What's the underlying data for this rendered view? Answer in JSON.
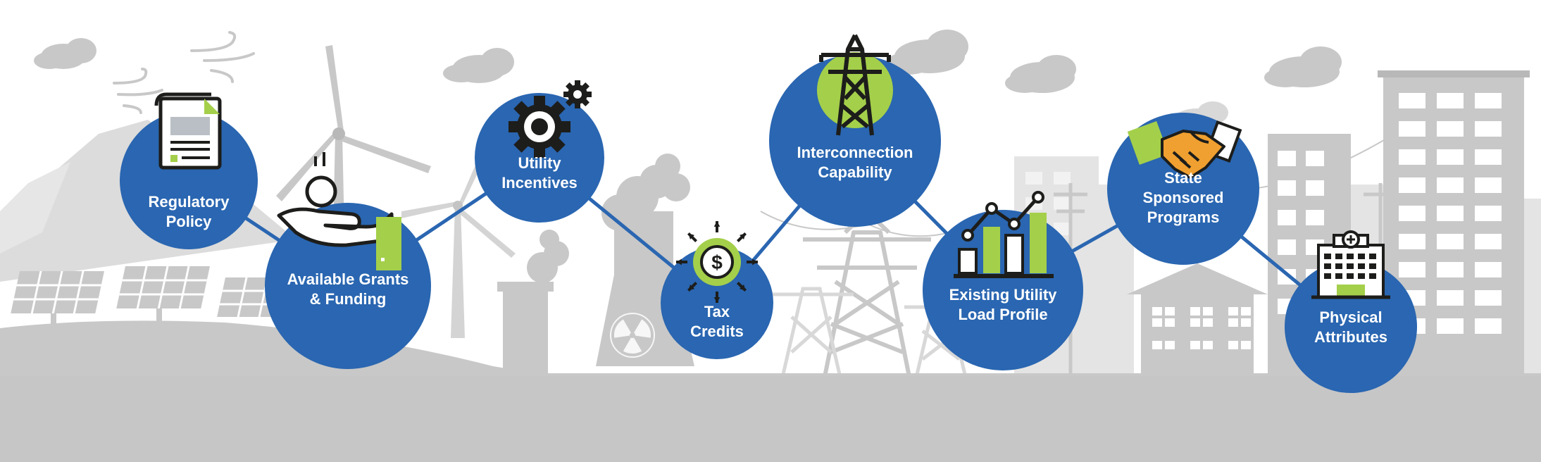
{
  "colors": {
    "node": "#2a66b1",
    "accent": "#a4cf4a",
    "connector": "#2a66b1",
    "landscape": "#c8c8c8",
    "landscape_light": "#dcdcdc",
    "landscape_pale": "#e8e8e8",
    "icon_ink": "#1d1d1b",
    "icon_orange": "#f0a030"
  },
  "nodes": [
    {
      "id": "regulatory-policy",
      "lines": [
        "Regulatory",
        "Policy"
      ],
      "icon": "document-icon"
    },
    {
      "id": "available-grants-funding",
      "lines": [
        "Available Grants",
        "& Funding"
      ],
      "icon": "hand-coin-icon"
    },
    {
      "id": "utility-incentives",
      "lines": [
        "Utility",
        "Incentives"
      ],
      "icon": "gear-icon"
    },
    {
      "id": "tax-credits",
      "lines": [
        "Tax",
        "Credits"
      ],
      "icon": "dollar-arrows-icon"
    },
    {
      "id": "interconnection-capability",
      "lines": [
        "Interconnection",
        "Capability"
      ],
      "icon": "transmission-tower-icon"
    },
    {
      "id": "existing-utility-load-profile",
      "lines": [
        "Existing Utility",
        "Load Profile"
      ],
      "icon": "bar-chart-icon"
    },
    {
      "id": "state-sponsored-programs",
      "lines": [
        "State",
        "Sponsored",
        "Programs"
      ],
      "icon": "handshake-icon"
    },
    {
      "id": "physical-attributes",
      "lines": [
        "Physical",
        "Attributes"
      ],
      "icon": "building-icon"
    }
  ],
  "background_icons": [
    "cloud-icon",
    "wind-gust-icon",
    "wind-turbine-icon",
    "solar-panel-icon",
    "nuclear-symbol-icon",
    "smokestack-icon",
    "power-pylon-icon",
    "house-icon",
    "office-building-icon"
  ]
}
